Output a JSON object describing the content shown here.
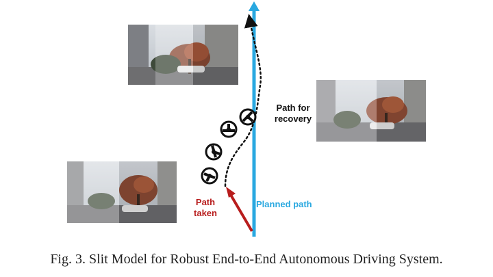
{
  "labels": {
    "path_for_recovery_line1": "Path for",
    "path_for_recovery_line2": "recovery",
    "path_taken_line1": "Path",
    "path_taken_line2": "taken",
    "planned_path": "Planned path"
  },
  "caption": "Fig. 3.  Slit Model for Robust End-to-End Autonomous Driving System.",
  "colors": {
    "planned_path": "#29a8e0",
    "path_taken": "#b81d1d",
    "recovery_label": "#111111",
    "caption": "#222222"
  },
  "images": [
    {
      "name": "camera-view-top",
      "description": "street scene with tree, slit window on right"
    },
    {
      "name": "camera-view-right",
      "description": "street scene with tree, slit window on left"
    },
    {
      "name": "camera-view-bottom-left",
      "description": "street scene with tree, slit window on right"
    }
  ],
  "icons": [
    "steering-wheel-icon",
    "steering-wheel-icon",
    "steering-wheel-icon",
    "steering-wheel-icon"
  ]
}
